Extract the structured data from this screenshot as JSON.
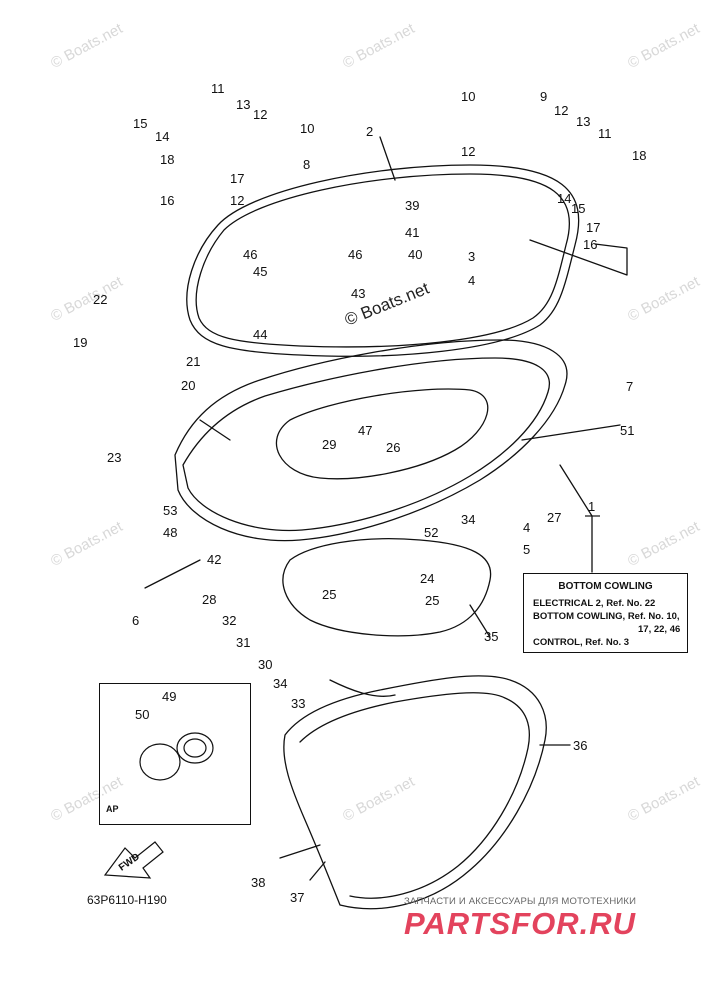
{
  "watermark": {
    "text": "© Boats.net"
  },
  "callouts": [
    {
      "id": "c-10a",
      "text": "10"
    },
    {
      "id": "c-9",
      "text": "9"
    },
    {
      "id": "c-11a",
      "text": "11"
    },
    {
      "id": "c-13a",
      "text": "13"
    },
    {
      "id": "c-12a",
      "text": "12"
    },
    {
      "id": "c-15a",
      "text": "15"
    },
    {
      "id": "c-14a",
      "text": "14"
    },
    {
      "id": "c-10b",
      "text": "10"
    },
    {
      "id": "c-2",
      "text": "2"
    },
    {
      "id": "c-18a",
      "text": "18"
    },
    {
      "id": "c-8",
      "text": "8"
    },
    {
      "id": "c-17a",
      "text": "17"
    },
    {
      "id": "c-16a",
      "text": "16"
    },
    {
      "id": "c-12b",
      "text": "12"
    },
    {
      "id": "c-12c",
      "text": "12"
    },
    {
      "id": "c-12d",
      "text": "12"
    },
    {
      "id": "c-13b",
      "text": "13"
    },
    {
      "id": "c-11b",
      "text": "11"
    },
    {
      "id": "c-18b",
      "text": "18"
    },
    {
      "id": "c-14b",
      "text": "14"
    },
    {
      "id": "c-15b",
      "text": "15"
    },
    {
      "id": "c-39",
      "text": "39"
    },
    {
      "id": "c-41",
      "text": "41"
    },
    {
      "id": "c-40",
      "text": "40"
    },
    {
      "id": "c-3",
      "text": "3"
    },
    {
      "id": "c-4a",
      "text": "4"
    },
    {
      "id": "c-17b",
      "text": "17"
    },
    {
      "id": "c-16b",
      "text": "16"
    },
    {
      "id": "c-46a",
      "text": "46"
    },
    {
      "id": "c-45",
      "text": "45"
    },
    {
      "id": "c-46b",
      "text": "46"
    },
    {
      "id": "c-43",
      "text": "43"
    },
    {
      "id": "c-44",
      "text": "44"
    },
    {
      "id": "c-22",
      "text": "22"
    },
    {
      "id": "c-19",
      "text": "19"
    },
    {
      "id": "c-21",
      "text": "21"
    },
    {
      "id": "c-20",
      "text": "20"
    },
    {
      "id": "c-7",
      "text": "7"
    },
    {
      "id": "c-51",
      "text": "51"
    },
    {
      "id": "c-23",
      "text": "23"
    },
    {
      "id": "c-29",
      "text": "29"
    },
    {
      "id": "c-47",
      "text": "47"
    },
    {
      "id": "c-26",
      "text": "26"
    },
    {
      "id": "c-1",
      "text": "1"
    },
    {
      "id": "c-27",
      "text": "27"
    },
    {
      "id": "c-53",
      "text": "53"
    },
    {
      "id": "c-48",
      "text": "48"
    },
    {
      "id": "c-52",
      "text": "52"
    },
    {
      "id": "c-34a",
      "text": "34"
    },
    {
      "id": "c-4b",
      "text": "4"
    },
    {
      "id": "c-5",
      "text": "5"
    },
    {
      "id": "c-42",
      "text": "42"
    },
    {
      "id": "c-24",
      "text": "24"
    },
    {
      "id": "c-28",
      "text": "28"
    },
    {
      "id": "c-25a",
      "text": "25"
    },
    {
      "id": "c-25b",
      "text": "25"
    },
    {
      "id": "c-6",
      "text": "6"
    },
    {
      "id": "c-32",
      "text": "32"
    },
    {
      "id": "c-31",
      "text": "31"
    },
    {
      "id": "c-35",
      "text": "35"
    },
    {
      "id": "c-30",
      "text": "30"
    },
    {
      "id": "c-34b",
      "text": "34"
    },
    {
      "id": "c-33",
      "text": "33"
    },
    {
      "id": "c-49",
      "text": "49"
    },
    {
      "id": "c-50",
      "text": "50"
    },
    {
      "id": "c-36",
      "text": "36"
    },
    {
      "id": "c-38",
      "text": "38"
    },
    {
      "id": "c-37",
      "text": "37"
    }
  ],
  "reference_box": {
    "title": "BOTTOM COWLING",
    "lines": [
      "ELECTRICAL 2,  Ref. No. 22",
      "BOTTOM COWLING,  Ref. No. 10,",
      "17, 22, 46",
      "CONTROL,  Ref. No. 3"
    ]
  },
  "inset": {
    "label": "AP"
  },
  "fwd_arrow": {
    "label": "FWD"
  },
  "drawing_code": "63P6110-H190",
  "footer": {
    "slogan": "ЗАПЧАСТИ И АКСЕССУАРЫ ДЛЯ МОТОТЕХНИКИ",
    "brand": "PARTSFOR.RU",
    "brand_color": "#e3435d"
  },
  "colors": {
    "ink": "#111111",
    "watermark": "#d8d8d8"
  }
}
